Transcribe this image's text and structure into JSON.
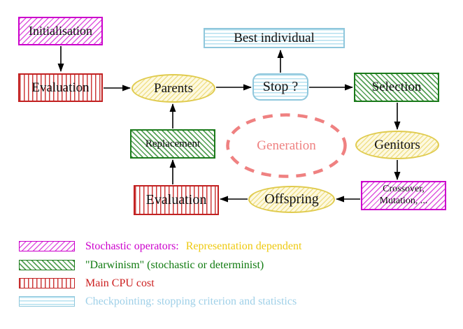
{
  "diagram": {
    "nodes": {
      "initialisation": "Initialisation",
      "evaluation_top": "Evaluation",
      "parents": "Parents",
      "best_individual": "Best individual",
      "stop": "Stop ?",
      "selection": "Selection",
      "genitors": "Genitors",
      "crossover_line1": "Crossover,",
      "crossover_line2": "Mutation, ...",
      "offspring": "Offspring",
      "evaluation_bottom": "Evaluation",
      "replacement": "Replacement",
      "generation": "Generation"
    },
    "legend": {
      "stochastic": "Stochastic operators:",
      "stochastic_suffix": "Representation dependent",
      "darwinism": "\"Darwinism\" (stochastic or determinist)",
      "cpu": "Main CPU cost",
      "checkpoint": "Checkpointing: stopping criterion and statistics"
    },
    "colors": {
      "magenta": "#cc00cc",
      "magenta_hatch": "#dd55dd",
      "green": "#1a7a1a",
      "green_hatch": "#55a055",
      "green_text": "#0f7a0f",
      "red": "#c22121",
      "red_stripe": "#cc3b3b",
      "red_text": "#cc1f1f",
      "cyan": "#8fc7dc",
      "cyan_stripe": "#b5e0ef",
      "cyan_text": "#9fd0e8",
      "yellow_border": "#e0cb4e",
      "yellow_hatch": "#f0e08a",
      "yellow_bg": "#fdf9e1",
      "gold_text": "#eec90f",
      "salmon": "#ef8181"
    }
  }
}
